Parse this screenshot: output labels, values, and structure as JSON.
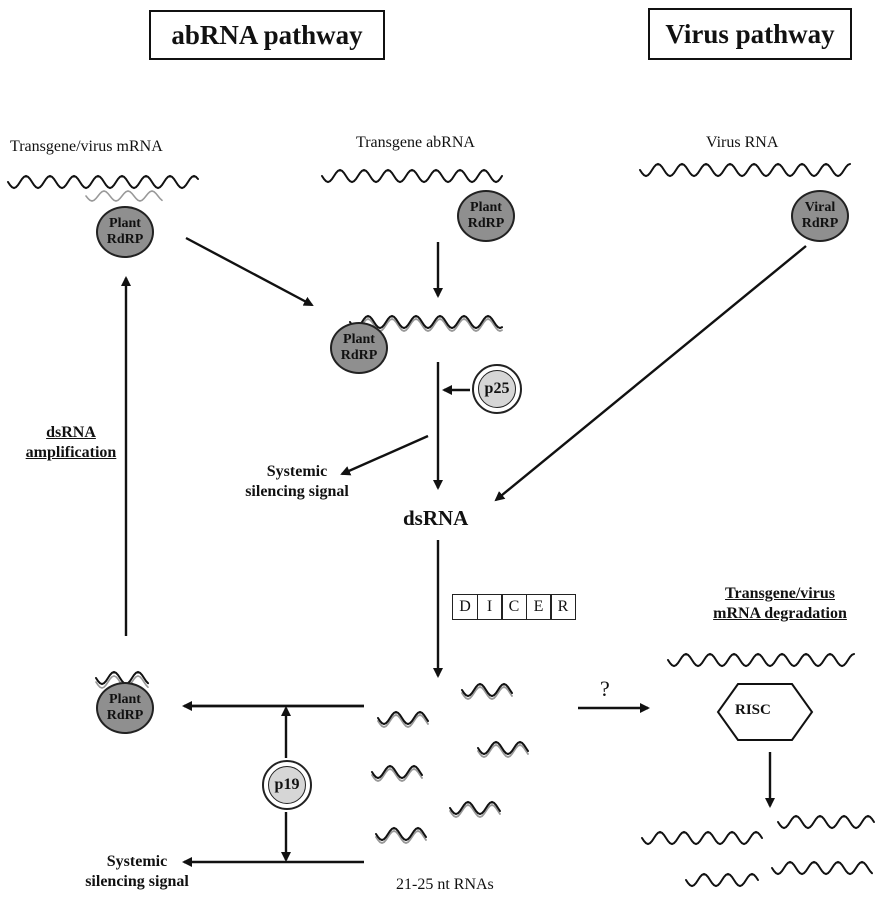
{
  "titles": {
    "left": "abRNA pathway",
    "right": "Virus pathway"
  },
  "labels": {
    "transgene_virus_mrna": "Transgene/virus mRNA",
    "transgene_abrna": "Transgene abRNA",
    "virus_rna": "Virus RNA",
    "dsrna_amp_line1": "dsRNA",
    "dsrna_amp_line2": "amplification",
    "systemic_signal_top_line1": "Systemic",
    "systemic_signal_top_line2": "silencing signal",
    "dsrna": "dsRNA",
    "degradation_line1": "Transgene/virus",
    "degradation_line2": "mRNA degradation",
    "question": "?",
    "systemic_signal_bottom_line1": "Systemic",
    "systemic_signal_bottom_line2": "silencing signal",
    "small_rnas": "21-25 nt RNAs"
  },
  "enzymes": {
    "plant_rdrp_line1": "Plant",
    "plant_rdrp_line2": "RdRP",
    "viral_rdrp_line1": "Viral",
    "viral_rdrp_line2": "RdRP",
    "p25": "p25",
    "p19": "p19",
    "risc": "RISC",
    "dicer_letters": [
      "D",
      "I",
      "C",
      "E",
      "R"
    ]
  }
}
